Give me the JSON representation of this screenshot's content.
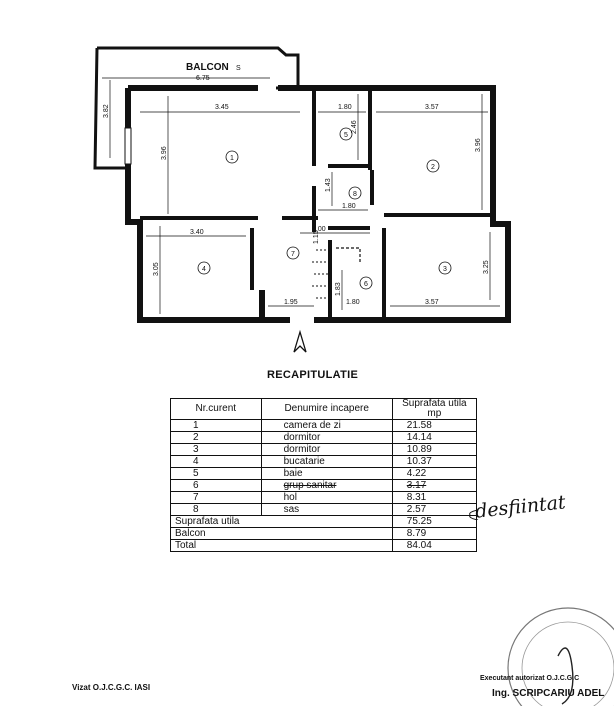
{
  "plan": {
    "balcony_label": "BALCON",
    "dims": {
      "balcony_width": "6.75",
      "balcony_depth": "3.82",
      "r1_width": "3.45",
      "r1_height": "3.96",
      "r5_width": "1.80",
      "r5_height": "2.46",
      "r2_width": "3.57",
      "r2_height": "3.96",
      "r8_height": "1.43",
      "r8_width": "1.80",
      "hall_width": "4.00",
      "hall_small": "1.15",
      "r4_width": "3.40",
      "r4_height": "3.05",
      "r6_height": "1.83",
      "r6_width": "1.80",
      "r3_width": "3.57",
      "r3_height": "3.25",
      "hall_bottom": "1.95"
    },
    "room_numbers": [
      "1",
      "2",
      "3",
      "4",
      "5",
      "6",
      "7",
      "8"
    ]
  },
  "recap": {
    "title": "RECAPITULATIE",
    "headers": [
      "Nr.curent",
      "Denumire incapere",
      "Suprafata utila mp"
    ],
    "rows": [
      {
        "nr": "1",
        "name": "camera de zi",
        "area": "21.58"
      },
      {
        "nr": "2",
        "name": "dormitor",
        "area": "14.14"
      },
      {
        "nr": "3",
        "name": "dormitor",
        "area": "10.89"
      },
      {
        "nr": "4",
        "name": "bucatarie",
        "area": "10.37"
      },
      {
        "nr": "5",
        "name": "baie",
        "area": "4.22"
      },
      {
        "nr": "6",
        "name": "grup sanitar",
        "area": "3.17"
      },
      {
        "nr": "7",
        "name": "hol",
        "area": "8.31"
      },
      {
        "nr": "8",
        "name": "sas",
        "area": "2.57"
      }
    ],
    "totals": [
      {
        "label": "Suprafata utila",
        "area": "75.25"
      },
      {
        "label": "Balcon",
        "area": "8.79"
      },
      {
        "label": "Total",
        "area": "84.04"
      }
    ]
  },
  "annotation": "desfiintat",
  "footer": {
    "visa": "Vizat O.J.C.G.C. IASI",
    "author_line": "Executant autorizat O.J.C.G.C",
    "engineer": "Ing. SCRIPCARIU ADEL"
  }
}
